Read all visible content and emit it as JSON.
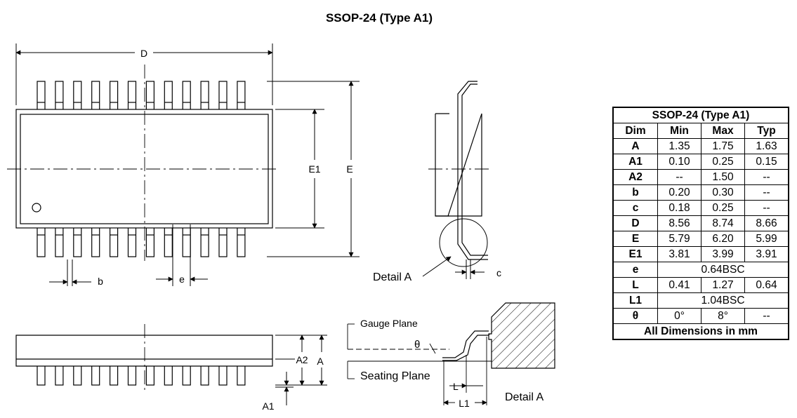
{
  "title": "SSOP-24 (Type A1)",
  "labels": {
    "D": "D",
    "E1": "E1",
    "E": "E",
    "b": "b",
    "e": "e",
    "c": "c",
    "detail_a_top": "Detail A",
    "gauge_plane": "Gauge Plane",
    "theta": "θ",
    "seating_plane": "Seating Plane",
    "A2": "A2",
    "A": "A",
    "A1": "A1",
    "L": "L",
    "L1": "L1",
    "detail_a_bottom": "Detail A"
  },
  "table": {
    "title": "SSOP-24 (Type A1)",
    "headers": [
      "Dim",
      "Min",
      "Max",
      "Typ"
    ],
    "rows": [
      {
        "dim": "A",
        "min": "1.35",
        "max": "1.75",
        "typ": "1.63"
      },
      {
        "dim": "A1",
        "min": "0.10",
        "max": "0.25",
        "typ": "0.15"
      },
      {
        "dim": "A2",
        "min": "--",
        "max": "1.50",
        "typ": "--"
      },
      {
        "dim": "b",
        "min": "0.20",
        "max": "0.30",
        "typ": "--"
      },
      {
        "dim": "c",
        "min": "0.18",
        "max": "0.25",
        "typ": "--"
      },
      {
        "dim": "D",
        "min": "8.56",
        "max": "8.74",
        "typ": "8.66"
      },
      {
        "dim": "E",
        "min": "5.79",
        "max": "6.20",
        "typ": "5.99"
      },
      {
        "dim": "E1",
        "min": "3.81",
        "max": "3.99",
        "typ": "3.91"
      },
      {
        "dim": "e",
        "span": "0.64BSC"
      },
      {
        "dim": "L",
        "min": "0.41",
        "max": "1.27",
        "typ": "0.64"
      },
      {
        "dim": "L1",
        "span": "1.04BSC"
      },
      {
        "dim": "θ",
        "min": "0°",
        "max": "8°",
        "typ": "--"
      }
    ],
    "footer": "All Dimensions in mm"
  }
}
